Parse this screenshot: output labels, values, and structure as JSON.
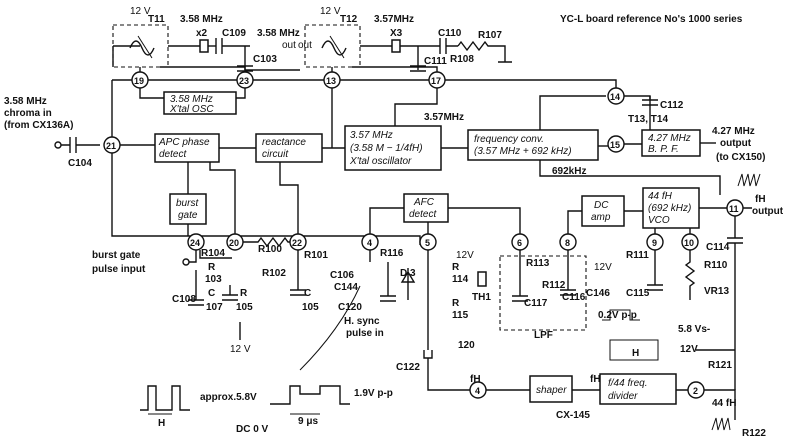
{
  "header": {
    "title": "YC-L board reference No's 1000 series"
  },
  "blocks": {
    "xtal_osc_a": [
      "3.58 MHz",
      "X'tal OSC"
    ],
    "apc_detect": [
      "APC phase",
      "detect"
    ],
    "reactance": [
      "reactance",
      "circuit"
    ],
    "xtal_osc_b": [
      "3.57 MHz",
      "(3.58 M − 1/4fH)",
      "X'tal oscillator"
    ],
    "freq_conv": [
      "frequency conv.",
      "(3.57 MHz + 692 kHz)"
    ],
    "bpf": [
      "4.27 MHz",
      "B. P. F."
    ],
    "burst_gate": [
      "burst",
      "gate"
    ],
    "afc_detect": [
      "AFC",
      "detect"
    ],
    "dc_amp": [
      "DC",
      "amp"
    ],
    "vco": [
      "44 fH",
      "(692 kHz)",
      "VCO"
    ],
    "shaper": [
      "shaper"
    ],
    "divider": [
      "f/44 freq.",
      "divider"
    ]
  },
  "pins": [
    "19",
    "23",
    "13",
    "17",
    "14",
    "21",
    "15",
    "11",
    "24",
    "20",
    "22",
    "4",
    "5",
    "6",
    "8",
    "9",
    "10",
    "2"
  ],
  "components": {
    "t11": "T11",
    "t12": "T12",
    "f358": "3.58 MHz",
    "f357": "3.57MHz",
    "x2": "x2",
    "x3": "X3",
    "c109": "C109",
    "c110": "C110",
    "r107": "R107",
    "c103": "C103",
    "c111": "C111",
    "r108": "R108",
    "out358": "3.58 MHz",
    "outa": "out",
    "outb": "out",
    "v12a": "12 V",
    "v12b": "12 V",
    "c112": "C112",
    "t13": "T13, T14",
    "c104": "C104",
    "f357b": "3.57MHz",
    "k692": "692kHz",
    "r104": "R104",
    "r100": "R100",
    "r101": "R101",
    "r116": "R116",
    "r103a": "R",
    "r103b": "103",
    "c108": "C108",
    "c107a": "C",
    "c107b": "107",
    "r105a": "R",
    "r105b": "105",
    "r102": "R102",
    "c105a": "C",
    "c105b": "105",
    "c106": "C106",
    "c144": "C144",
    "c120": "C120",
    "d3": "D 3",
    "r114a": "R",
    "r114b": "114",
    "r115a": "R",
    "r115b": "115",
    "r120": "120",
    "th1": "TH1",
    "v12c": "12 V",
    "r113": "R113",
    "r112": "R112",
    "c117": "C117",
    "c116": "C116",
    "c146": "C146",
    "lpf": "LPF",
    "r111": "R111",
    "v12d": "12V",
    "c115": "C115",
    "r110": "R110",
    "vr13": "VR13",
    "c114": "C114",
    "v58a": "5.8 Vs-",
    "v12e": "12V",
    "r121": "R121",
    "v12f": "12V",
    "c122": "C122",
    "fh1": "fH",
    "fh2": "fH",
    "cx145": "CX-145",
    "f44": "44 fH",
    "r122": "R122",
    "v02": "0.2V p-p",
    "h1": "H",
    "h2": "H",
    "hsync1": "H. sync",
    "hsync2": "pulse in",
    "approx": "approx.5.8V",
    "vpp19": "1.9V p-p",
    "dc0": "DC 0 V",
    "us9": "9 μs"
  },
  "io": {
    "chroma": [
      "3.58 MHz",
      "chroma in",
      "(from CX136A)"
    ],
    "burst_in": [
      "burst gate",
      "pulse input"
    ],
    "out427": [
      "4.27 MHz",
      "output",
      "(to CX150)"
    ],
    "fh_out": [
      "fH",
      "output"
    ]
  }
}
